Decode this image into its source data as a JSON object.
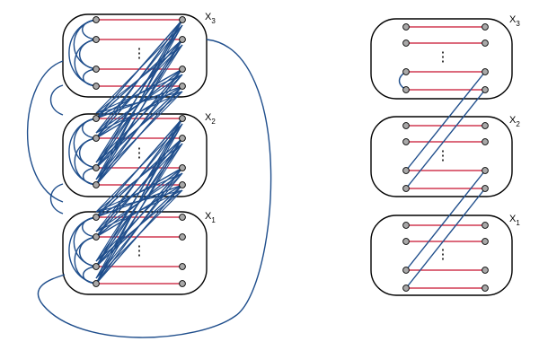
{
  "colors": {
    "edge_red": "#c8102e",
    "edge_blue": "#1f4e8c",
    "node_fill": "#a9a9a9",
    "node_stroke": "#000000",
    "cluster_stroke": "#000000"
  },
  "left_graph": {
    "clusters": [
      {
        "label": "X",
        "subscript": "3",
        "dots": "⋮"
      },
      {
        "label": "X",
        "subscript": "2",
        "dots": "⋮"
      },
      {
        "label": "X",
        "subscript": "1",
        "dots": "⋮"
      }
    ]
  },
  "right_graph": {
    "clusters": [
      {
        "label": "X",
        "subscript": "3",
        "dots": "⋮"
      },
      {
        "label": "X",
        "subscript": "2",
        "dots": "⋮"
      },
      {
        "label": "X",
        "subscript": "1",
        "dots": "⋮"
      }
    ]
  }
}
